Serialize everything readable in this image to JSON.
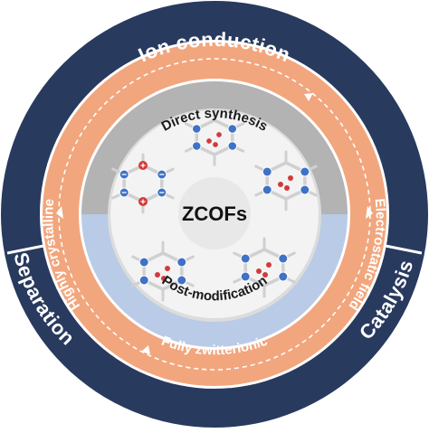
{
  "colors": {
    "outer_ring": "#283a5e",
    "orange_ring": "#f2a67d",
    "dashed_line": "#ffffff",
    "top_half": "#b3b3b3",
    "bottom_half": "#b9cbe6",
    "center_disc": "#efefef",
    "atom_blue": "#3f72c6",
    "atom_red": "#d23a3a",
    "bond_gray": "#d0d0d0"
  },
  "outer_ring": {
    "top": "Ion conduction",
    "left": "Separation",
    "right": "Catalysis"
  },
  "orange_ring": {
    "left": "Highly crystalline",
    "right": "Electrostatic field",
    "bottom": "Fully zwitterionic"
  },
  "inner": {
    "top": "Direct synthesis",
    "bottom": "Post-modification",
    "center": "ZCOFs"
  },
  "molecule_icons": [
    "molecule-top",
    "molecule-left",
    "molecule-right",
    "molecule-bottom-left",
    "molecule-bottom-right"
  ]
}
